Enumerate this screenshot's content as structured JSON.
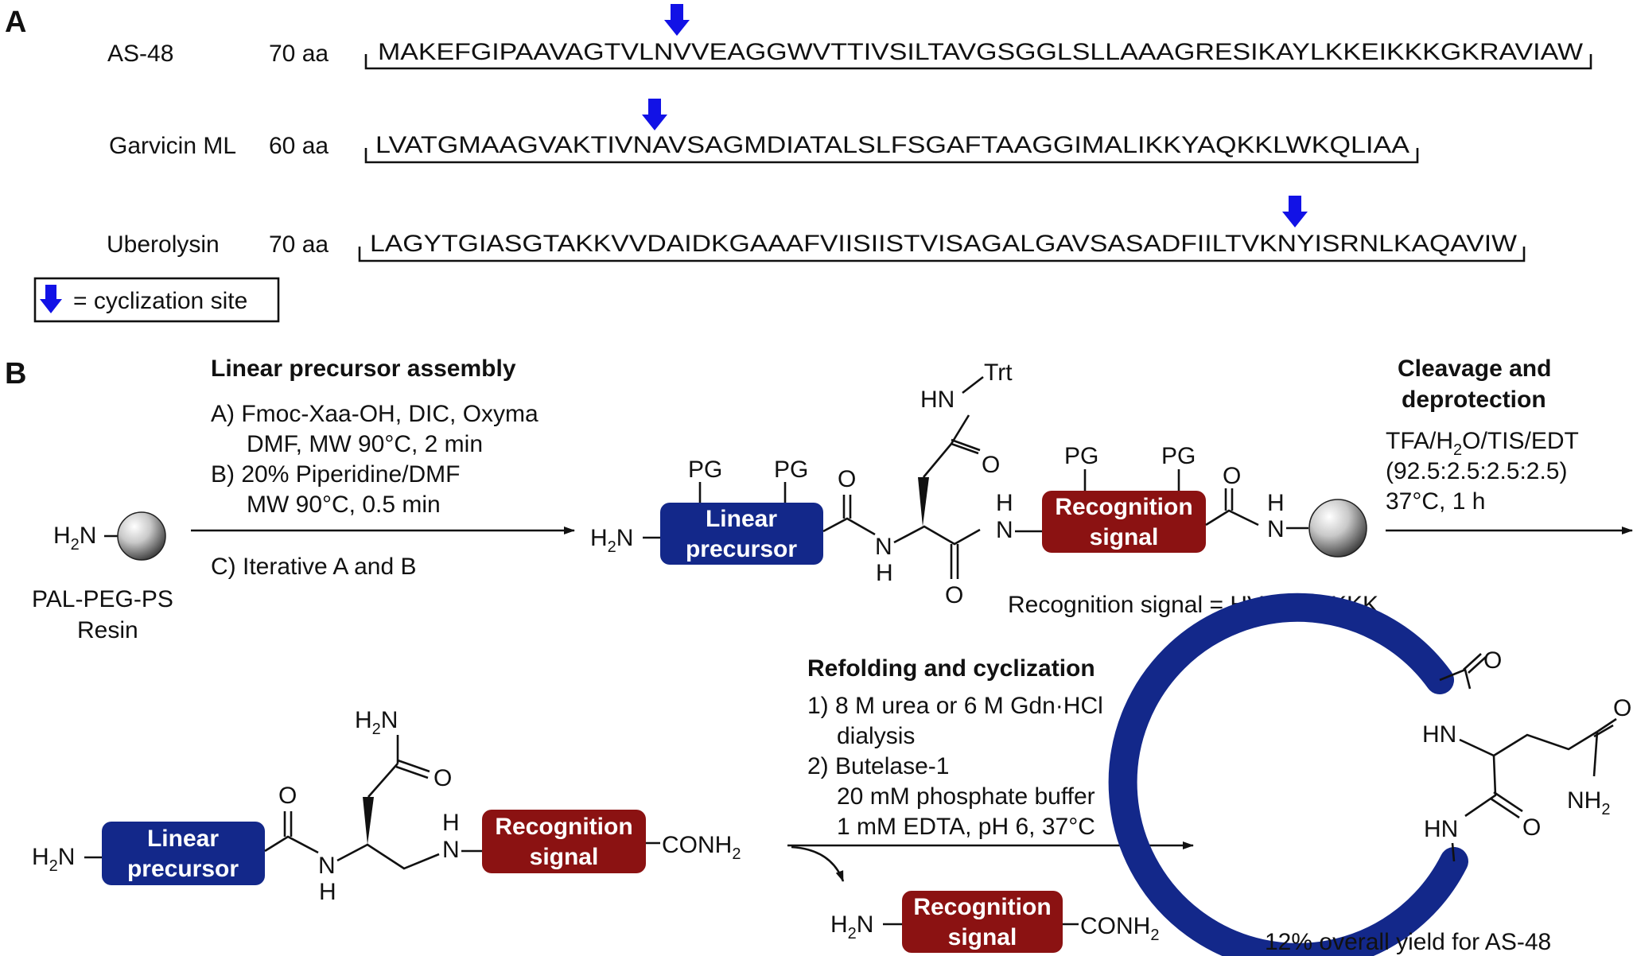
{
  "panels": {
    "a": "A",
    "b": "B"
  },
  "sequences": [
    {
      "name": "AS-48",
      "length": "70 aa",
      "seq": "MAKEFGIPAAVAGTVLNVVEAGGWVTTIVSILTAVGSGGLSLLAAAGRESIKAYLKKEIKKKGKRAVIAW"
    },
    {
      "name": "Garvicin ML",
      "length": "60 aa",
      "seq": "LVATGMAAGVAKTIVNAVSAGMDIATALSLFSGAFTAAGGIMALIKKYAQKKLWKQLIAA"
    },
    {
      "name": "Uberolysin",
      "length": "70 aa",
      "seq": "LAGYTGIASGTAKKVVDAIDKGAAAFVIISIISTVISAGALGAVSASADFIILTVKNYISRNLKAQAVIW"
    }
  ],
  "legend": {
    "text": "= cyclization site"
  },
  "colors": {
    "arrow_blue": "#1212e6",
    "precursor_blue": "#13288a",
    "signal_red": "#8b1212",
    "ring_blue": "#13288a"
  },
  "step1": {
    "title": "Linear precursor assembly",
    "lines": [
      "A) Fmoc-Xaa-OH, DIC, Oxyma",
      "DMF, MW 90°C, 2 min",
      "B) 20% Piperidine/DMF",
      "MW 90°C, 0.5 min",
      "C) Iterative A and B"
    ]
  },
  "resin": {
    "label1": "PAL-PEG-PS",
    "label2": "Resin"
  },
  "labels": {
    "linear1": "Linear",
    "linear2": "precursor",
    "recog1": "Recognition",
    "recog2": "signal",
    "pg": "PG",
    "trt": "Trt",
    "o": "O",
    "h": "H",
    "n": "N",
    "hn": "HN",
    "h2n_h2": "H",
    "h2n_2": "2",
    "h2n_n": "N",
    "conh2_a": "CONH",
    "conh2_2": "2",
    "nh2_a": "NH",
    "nh2_2": "2"
  },
  "recognition_note": "Recognition signal = HV or HVKKK",
  "step2": {
    "title1": "Cleavage and",
    "title2": "deprotection",
    "line1_a": "TFA/H",
    "line1_sub": "2",
    "line1_b": "O/TIS/EDT",
    "line2": "(92.5:2.5:2.5:2.5)",
    "line3": "37°C, 1 h"
  },
  "step3": {
    "title": "Refolding and cyclization",
    "lines": [
      "1) 8 M urea or 6 M Gdn·HCl",
      "dialysis",
      "2) Butelase-1",
      "20 mM phosphate buffer",
      "1 mM EDTA, pH 6, 37°C"
    ]
  },
  "yield": "12% overall yield for AS-48"
}
